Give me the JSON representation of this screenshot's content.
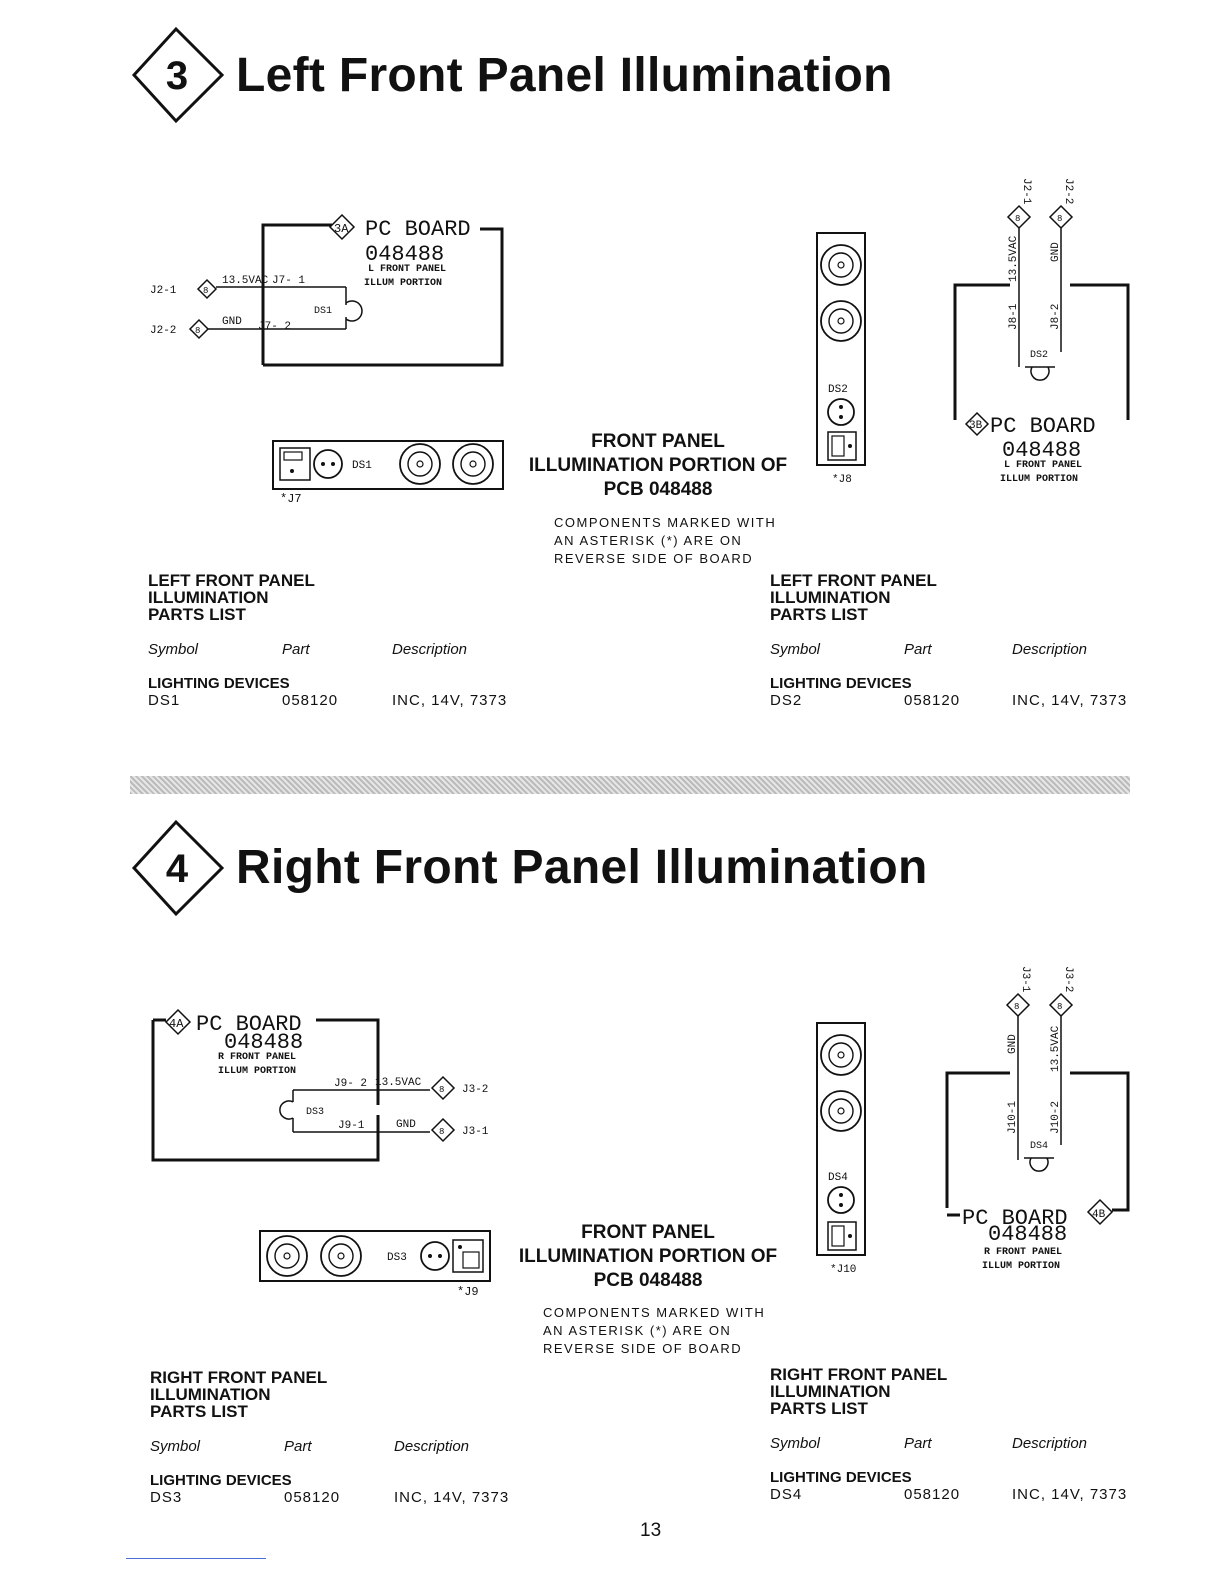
{
  "section3": {
    "number": "3",
    "title": "Left Front Panel Illumination",
    "schematic_left": {
      "callout": "3A",
      "board": "PC BOARD",
      "partno": "048488",
      "sub1": "L FRONT PANEL",
      "sub2": "ILLUM PORTION",
      "j21": "J2-1",
      "j22": "J2-2",
      "v": "13.5VAC",
      "gnd": "GND",
      "j71": "J7- 1",
      "j72": "J7- 2",
      "ds": "DS1",
      "b": "8"
    },
    "pcb_left": {
      "ds": "DS1",
      "conn": "*J7"
    },
    "caption": {
      "line1": "FRONT PANEL",
      "line2": "ILLUMINATION PORTION OF",
      "line3": "PCB 048488"
    },
    "note": {
      "line1": "COMPONENTS  MARKED  WITH",
      "line2": "AN   ASTERISK   (*)   ARE   ON",
      "line3": "REVERSE SIDE OF BOARD"
    },
    "pcb_right": {
      "ds": "DS2",
      "conn": "*J8"
    },
    "schematic_right": {
      "callout": "3B",
      "board": "PC BOARD",
      "partno": "048488",
      "sub1": "L FRONT PANEL",
      "sub2": "ILLUM PORTION",
      "j21": "J2-1",
      "j22": "J2-2",
      "v": "13.5VAC",
      "gnd": "GND",
      "j81": "J8-1",
      "j82": "J8-2",
      "ds": "DS2",
      "b": "8"
    },
    "parts_left": {
      "title1": "LEFT FRONT PANEL",
      "title2": "ILLUMINATION",
      "title3": "PARTS LIST",
      "h_symbol": "Symbol",
      "h_part": "Part",
      "h_desc": "Description",
      "group": "LIGHTING DEVICES",
      "row": {
        "symbol": "DS1",
        "part": "058120",
        "desc": "INC, 14V, 7373"
      }
    },
    "parts_right": {
      "title1": "LEFT FRONT PANEL",
      "title2": "ILLUMINATION",
      "title3": "PARTS LIST",
      "h_symbol": "Symbol",
      "h_part": "Part",
      "h_desc": "Description",
      "group": "LIGHTING DEVICES",
      "row": {
        "symbol": "DS2",
        "part": "058120",
        "desc": "INC, 14V, 7373"
      }
    }
  },
  "section4": {
    "number": "4",
    "title": "Right Front Panel Illumination",
    "schematic_left": {
      "callout": "4A",
      "board": "PC BOARD",
      "partno": "048488",
      "sub1": "R FRONT PANEL",
      "sub2": "ILLUM PORTION",
      "j92": "J9- 2",
      "j91": "J9-1",
      "v": "13.5VAC",
      "gnd": "GND",
      "j32": "J3-2",
      "j31": "J3-1",
      "ds": "DS3",
      "b": "8"
    },
    "pcb_left": {
      "ds": "DS3",
      "conn": "*J9"
    },
    "caption": {
      "line1": "FRONT PANEL",
      "line2": "ILLUMINATION PORTION OF",
      "line3": "PCB 048488"
    },
    "note": {
      "line1": "COMPONENTS  MARKED  WITH",
      "line2": "AN   ASTERISK   (*)   ARE   ON",
      "line3": "REVERSE SIDE OF BOARD"
    },
    "pcb_right": {
      "ds": "DS4",
      "conn": "*J10"
    },
    "schematic_right": {
      "callout": "4B",
      "board": "PC BOARD",
      "partno": "048488",
      "sub1": "R FRONT PANEL",
      "sub2": "ILLUM PORTION",
      "j31": "J3-1",
      "j32": "J3-2",
      "v": "13.5VAC",
      "gnd": "GND",
      "j101": "J10-1",
      "j102": "J10-2",
      "ds": "DS4",
      "b": "8"
    },
    "parts_left": {
      "title1": "RIGHT FRONT PANEL",
      "title2": "ILLUMINATION",
      "title3": "PARTS LIST",
      "h_symbol": "Symbol",
      "h_part": "Part",
      "h_desc": "Description",
      "group": "LIGHTING DEVICES",
      "row": {
        "symbol": "DS3",
        "part": "058120",
        "desc": "INC, 14V, 7373"
      }
    },
    "parts_right": {
      "title1": "RIGHT FRONT PANEL",
      "title2": "ILLUMINATION",
      "title3": "PARTS LIST",
      "h_symbol": "Symbol",
      "h_part": "Part",
      "h_desc": "Description",
      "group": "LIGHTING DEVICES",
      "row": {
        "symbol": "DS4",
        "part": "058120",
        "desc": "INC, 14V, 7373"
      }
    }
  },
  "page_number": "13"
}
